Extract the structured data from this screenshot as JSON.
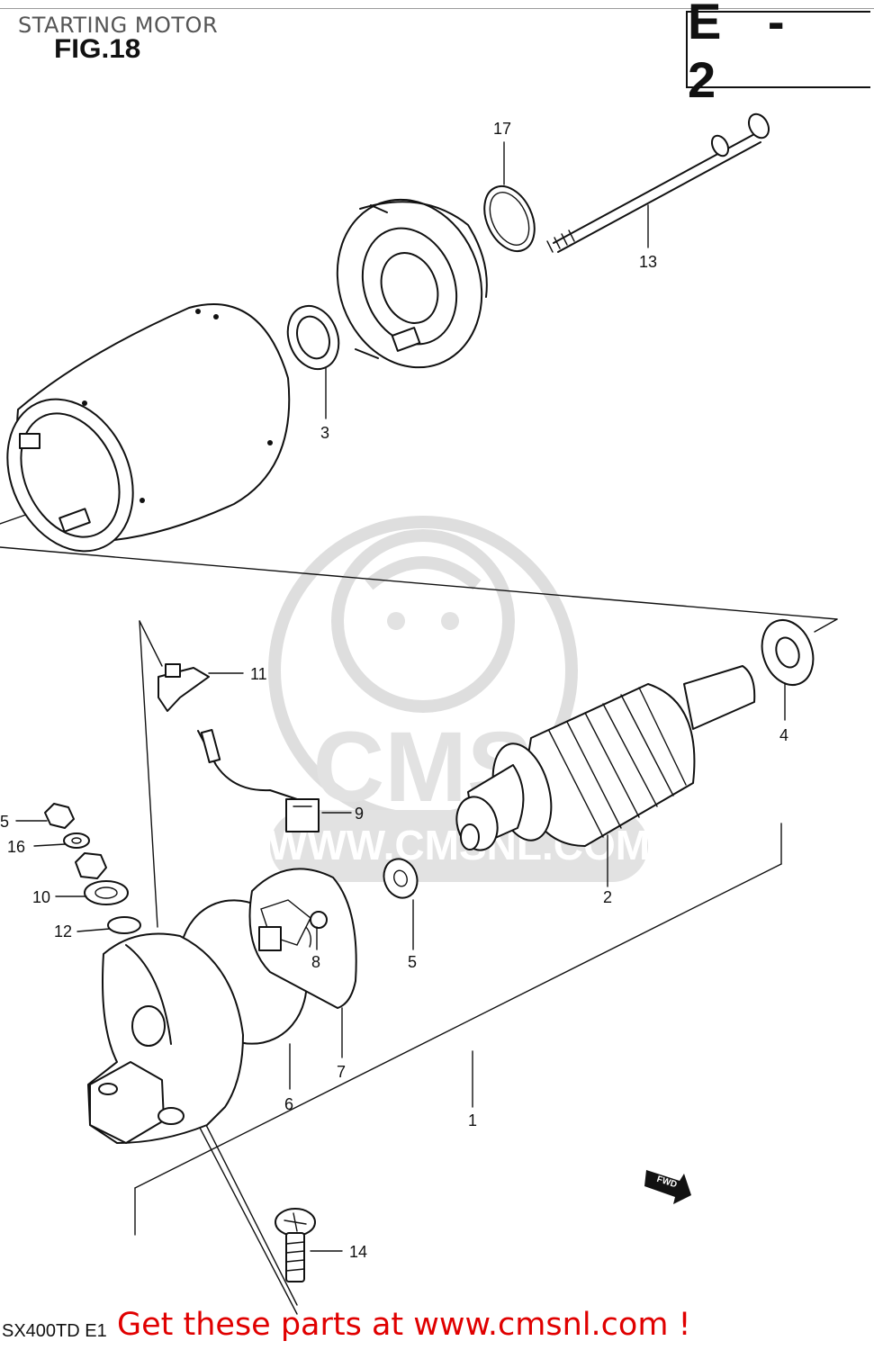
{
  "header": {
    "title": "STARTING MOTOR",
    "figure": "FIG.18",
    "section": "E - 2"
  },
  "footer": {
    "model": "SX400TD E1",
    "promo": "Get these parts at www.cmsnl.com !"
  },
  "watermark": {
    "url": "WWW.CMSNL.COM",
    "brand": "CMS"
  },
  "direction_marker": "FWD",
  "callouts": {
    "c1": "1",
    "c2": "2",
    "c3": "3",
    "c4": "4",
    "c5a": "5",
    "c5b": "5",
    "c6": "6",
    "c7": "7",
    "c8": "8",
    "c9": "9",
    "c10": "10",
    "c11": "11",
    "c12": "12",
    "c13": "13",
    "c14": "14",
    "c16": "16",
    "c17": "17"
  },
  "colors": {
    "promo": "#e00000",
    "line": "#111111",
    "watermark": "#dedede"
  }
}
